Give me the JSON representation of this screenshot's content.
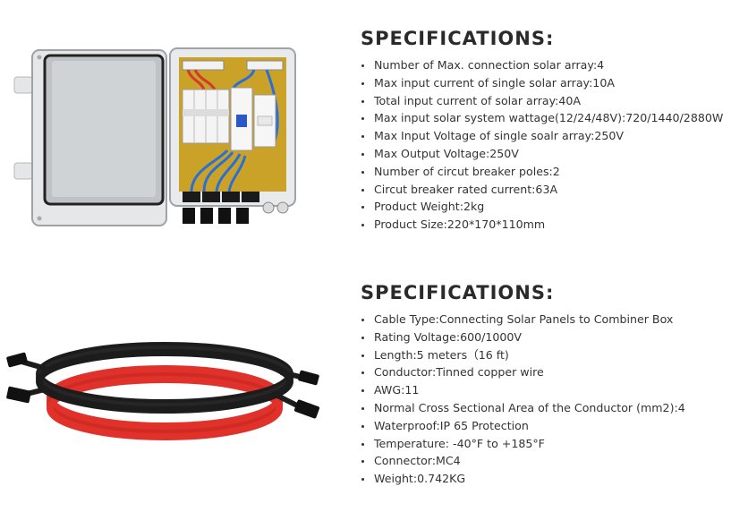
{
  "sections": [
    {
      "heading": "SPECIFICATIONS:",
      "image": "solar-combiner-box",
      "items": [
        "Number of Max. connection solar array:4",
        "Max input current of single solar array:10A",
        "Total input current of solar array:40A",
        "Max input solar system wattage(12/24/48V):720/1440/2880W",
        "Max Input Voltage of single soalr array:250V",
        "Max Output Voltage:250V",
        "Number of circut breaker poles:2",
        "Circut breaker rated current:63A",
        "Product Weight:2kg",
        "Product Size:220*170*110mm"
      ]
    },
    {
      "heading": "SPECIFICATIONS:",
      "image": "solar-extension-cable",
      "items": [
        "Cable Type:Connecting Solar Panels to Combiner Box",
        "Rating Voltage:600/1000V",
        "Length:5 meters（16 ft)",
        "Conductor:Tinned copper wire",
        "AWG:11",
        "Normal Cross Sectional Area of the Conductor (mm2):4",
        "Waterproof:IP 65 Protection",
        "Temperature: -40°F to +185°F",
        "Connector:MC4",
        "Weight:0.742KG"
      ]
    }
  ],
  "colors": {
    "cable_black": "#1c1c1c",
    "cable_red": "#e0312b",
    "enclosure": "#d7d9dc",
    "backplate": "#c9a227"
  }
}
